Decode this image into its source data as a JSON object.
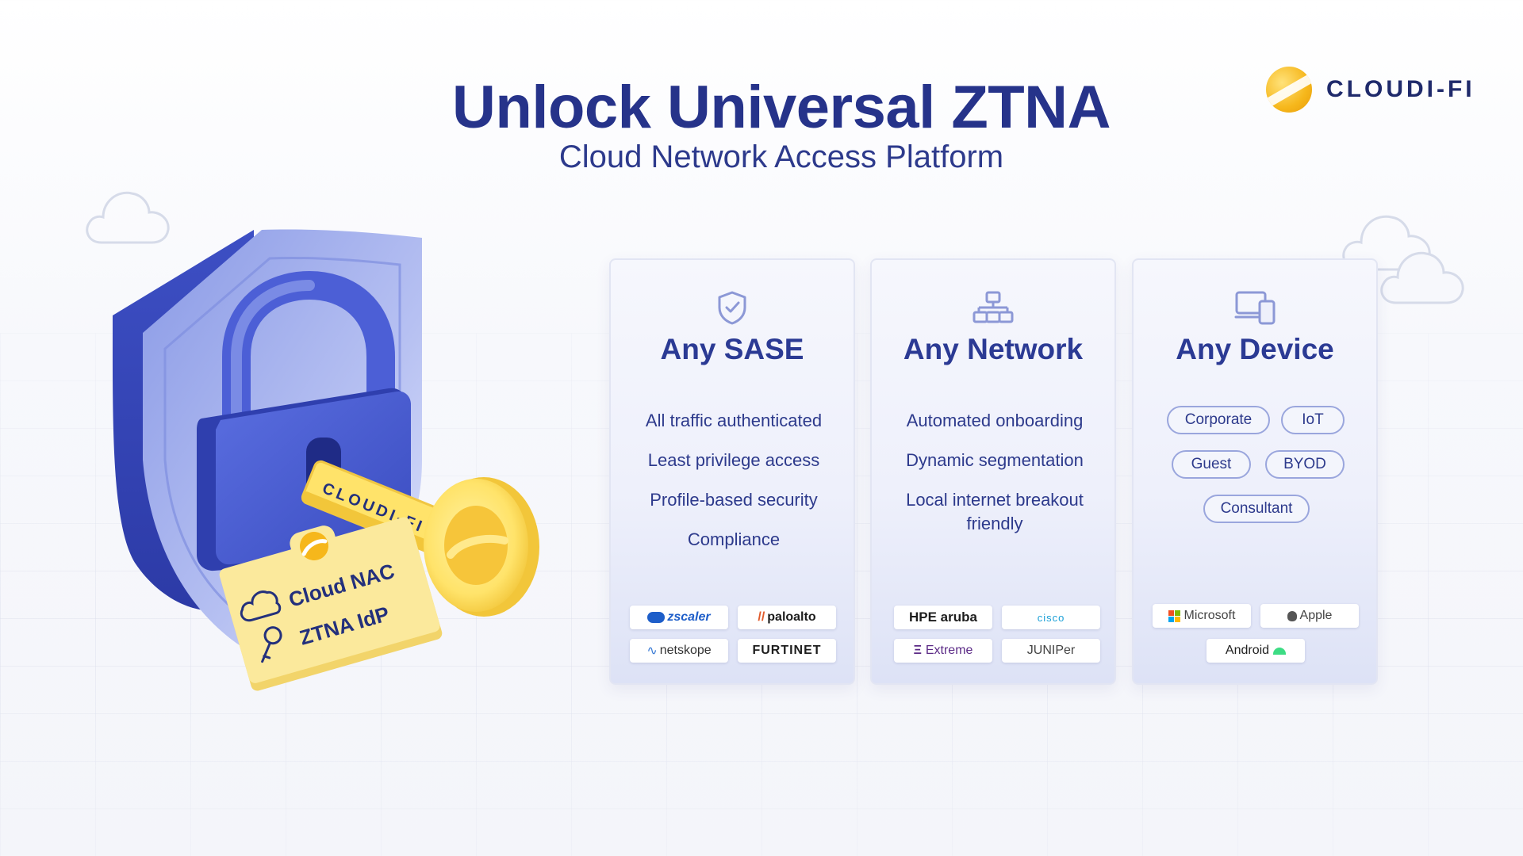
{
  "header": {
    "title": "Unlock Universal ZTNA",
    "subtitle": "Cloud Network Access Platform"
  },
  "brand": {
    "logo_text": "CLOUDI-FI",
    "accent_color": "#f6b71b",
    "primary_color": "#26338a"
  },
  "illustration": {
    "key_label": "CLOUDI-FI",
    "badge_line1": "Cloud NAC",
    "badge_line2": "ZTNA IdP"
  },
  "cards": [
    {
      "title": "Any SASE",
      "icon": "shield-check-icon",
      "features": [
        "All traffic authenticated",
        "Least privilege access",
        "Profile-based security",
        "Compliance"
      ],
      "partners": [
        "zscaler",
        "paloalto",
        "netskope",
        "FURTINET"
      ]
    },
    {
      "title": "Any Network",
      "icon": "network-icon",
      "features": [
        "Automated onboarding",
        "Dynamic segmentation",
        "Local internet breakout friendly"
      ],
      "partners": [
        "HPE aruba",
        "cisco",
        "Extreme",
        "JUNIPer"
      ]
    },
    {
      "title": "Any Device",
      "icon": "devices-icon",
      "tags": [
        "Corporate",
        "IoT",
        "Guest",
        "BYOD",
        "Consultant"
      ],
      "partners": [
        "Microsoft",
        "Apple",
        "Android"
      ]
    }
  ]
}
